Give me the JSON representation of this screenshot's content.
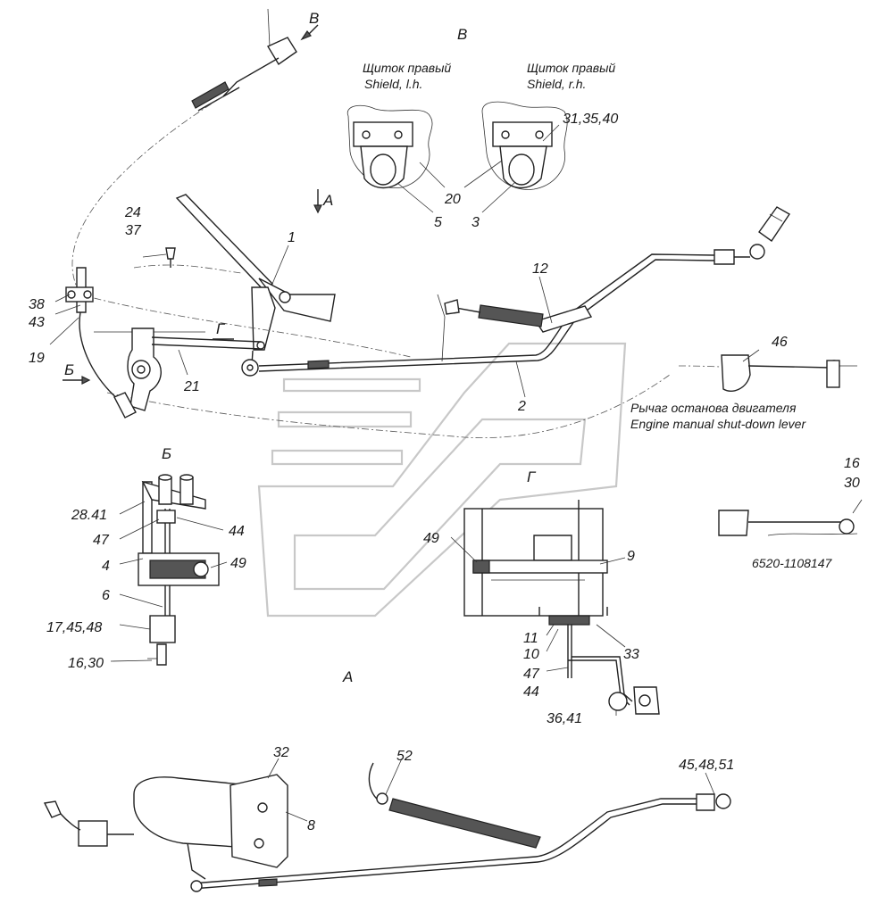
{
  "views": {
    "v_top": "В",
    "v_right": "В",
    "a_top": "А",
    "a_bottom": "А",
    "b_left": "Б",
    "b_detail": "Б",
    "g_top": "Г",
    "g_detail": "Г"
  },
  "shields": {
    "left_ru": "Щиток правый",
    "left_en": "Shield, l.h.",
    "right_ru": "Щиток правый",
    "right_en": "Shield, r.h."
  },
  "lever_caption": {
    "ru": "Рычаг останова двигателя",
    "en": "Engine manual shut-down lever"
  },
  "part_code": "6520-1108147",
  "callouts": {
    "c31_35_40": "31,35,40",
    "c20": "20",
    "c5": "5",
    "c3": "3",
    "c24": "24",
    "c37": "37",
    "c1": "1",
    "c12": "12",
    "c38": "38",
    "c43": "43",
    "c19": "19",
    "c21": "21",
    "c2": "2",
    "c46": "46",
    "c16a": "16",
    "c30a": "30",
    "c28_41": "28.41",
    "c47a": "47",
    "c44a": "44",
    "c4": "4",
    "c49a": "49",
    "c6": "6",
    "c17_45_48": "17,45,48",
    "c16_30": "16,30",
    "c49b": "49",
    "c9": "9",
    "c11": "11",
    "c10": "10",
    "c33": "33",
    "c47b": "47",
    "c44b": "44",
    "c36_41": "36,41",
    "c32": "32",
    "c8": "8",
    "c52": "52",
    "c45_48_51": "45,48,51"
  }
}
